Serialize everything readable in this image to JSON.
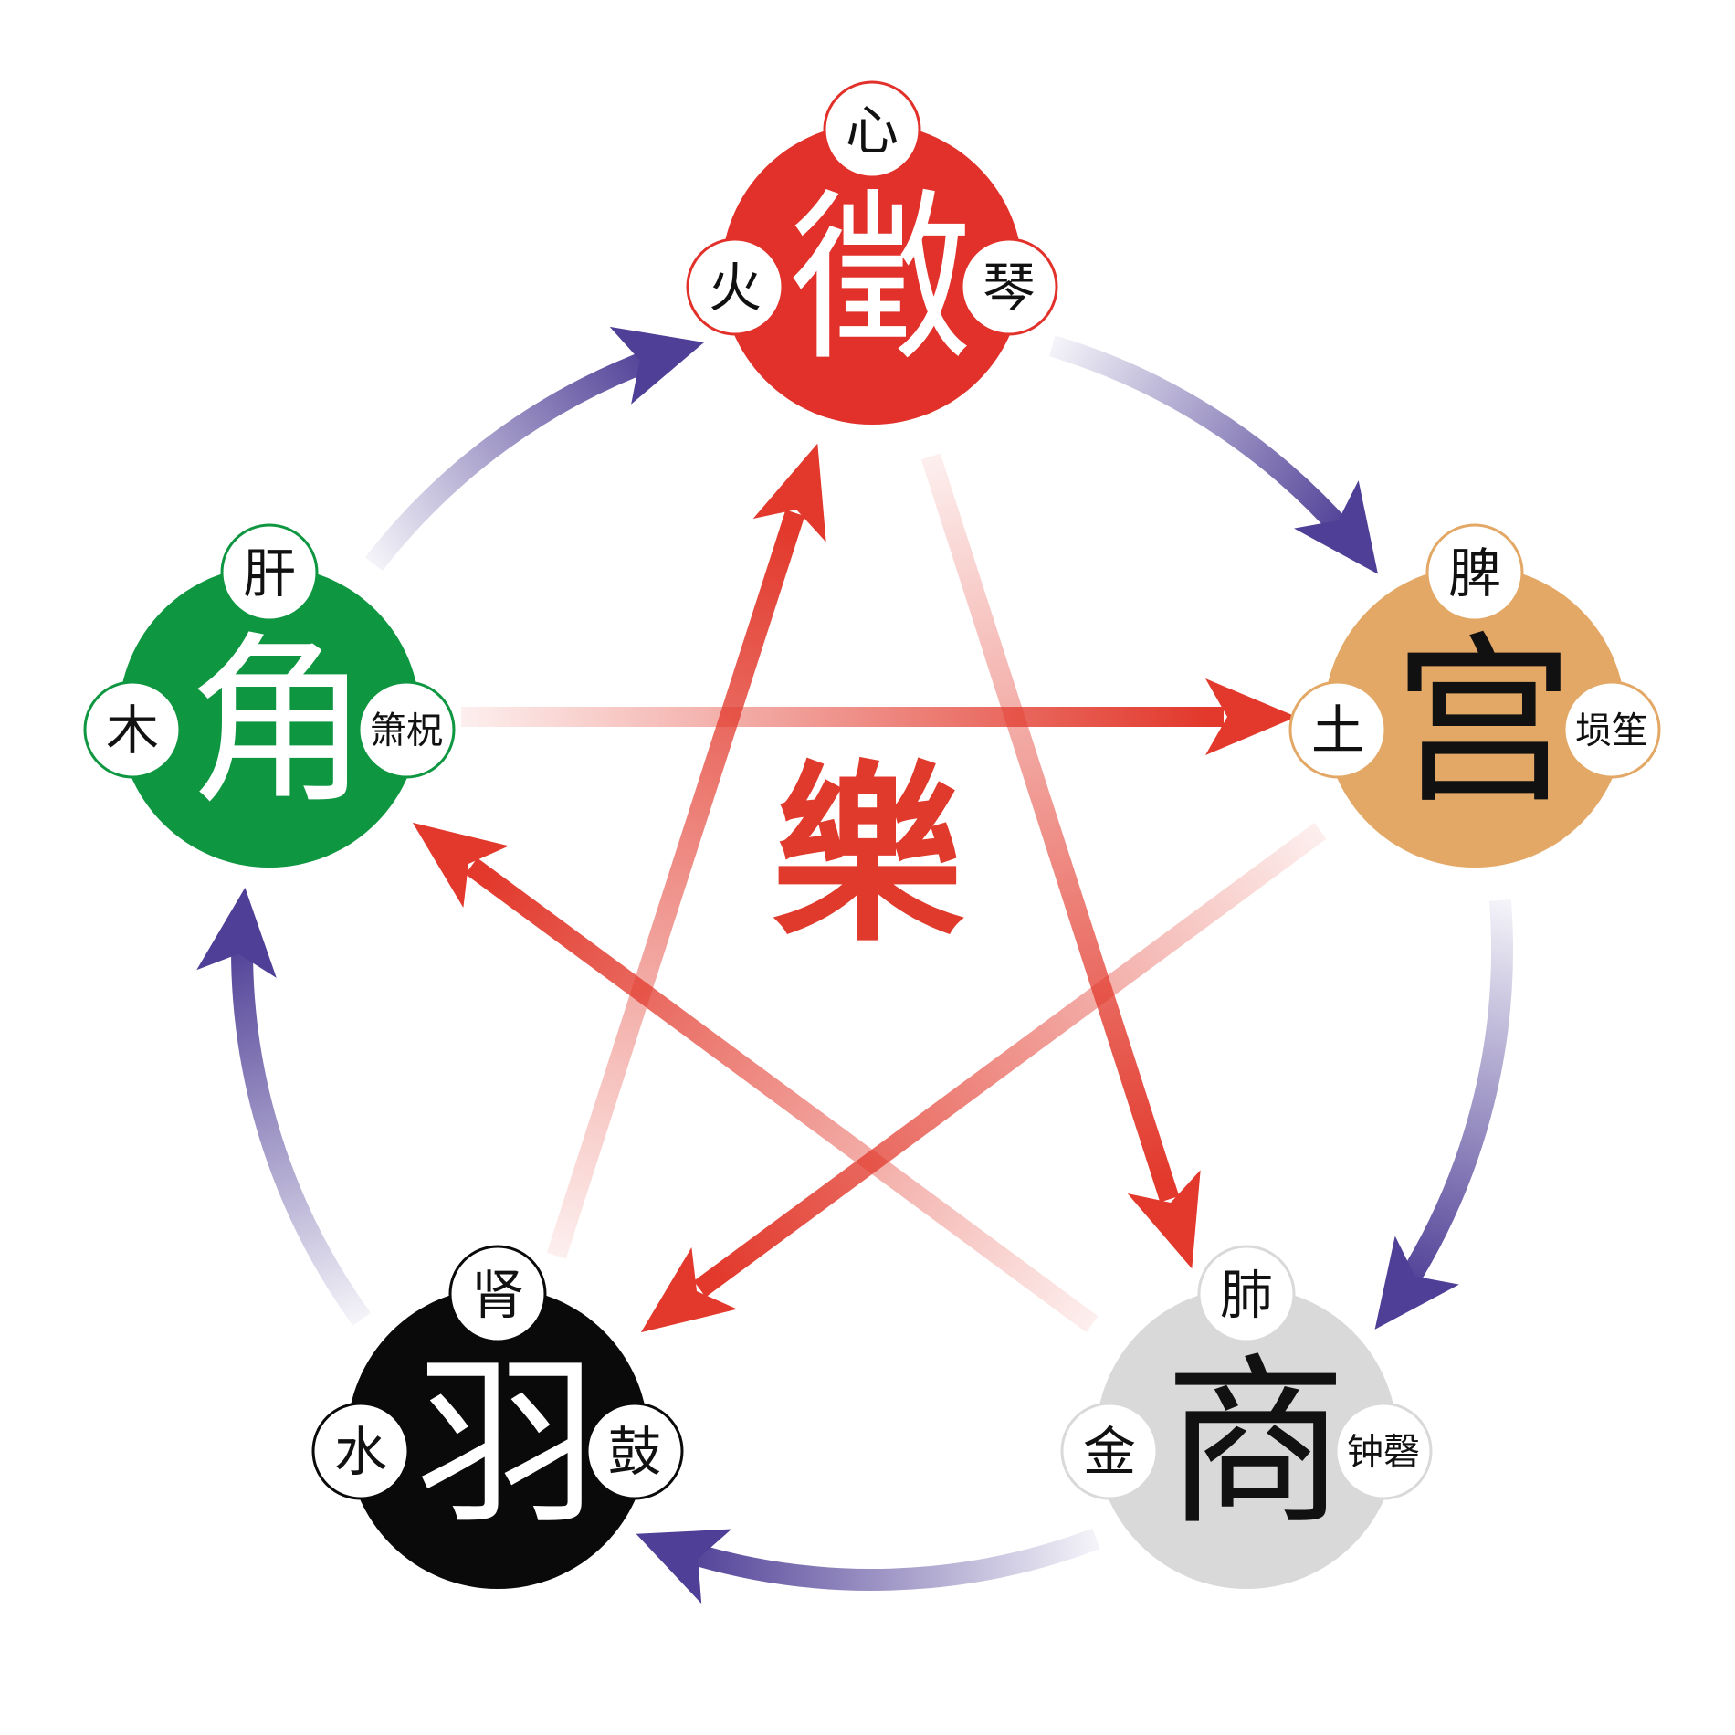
{
  "center": {
    "text": "樂",
    "color": "#e03a2c"
  },
  "nodes": [
    {
      "id": "zhi",
      "tone": "徵",
      "organ": "心",
      "element": "火",
      "instrument": "琴",
      "color": "#e2312a",
      "tone_color": "#ffffff"
    },
    {
      "id": "gong",
      "tone": "宫",
      "organ": "脾",
      "element": "土",
      "instrument": "埙笙",
      "color": "#e3a866",
      "tone_color": "#111111"
    },
    {
      "id": "shang",
      "tone": "商",
      "organ": "肺",
      "element": "金",
      "instrument": "钟磬",
      "color": "#d9d9d9",
      "tone_color": "#111111"
    },
    {
      "id": "yu",
      "tone": "羽",
      "organ": "肾",
      "element": "水",
      "instrument": "鼓",
      "color": "#0a0a0a",
      "tone_color": "#ffffff"
    },
    {
      "id": "jue",
      "tone": "角",
      "organ": "肝",
      "element": "木",
      "instrument": "箫柷",
      "color": "#0e9641",
      "tone_color": "#ffffff"
    }
  ],
  "generating_cycle": {
    "color": "#4f3f96",
    "links": [
      [
        "jue",
        "zhi"
      ],
      [
        "zhi",
        "gong"
      ],
      [
        "gong",
        "shang"
      ],
      [
        "shang",
        "yu"
      ],
      [
        "yu",
        "jue"
      ]
    ]
  },
  "controlling_cycle": {
    "color": "#e2392c",
    "links": [
      [
        "jue",
        "gong"
      ],
      [
        "gong",
        "yu"
      ],
      [
        "yu",
        "zhi"
      ],
      [
        "zhi",
        "shang"
      ],
      [
        "shang",
        "jue"
      ]
    ]
  }
}
